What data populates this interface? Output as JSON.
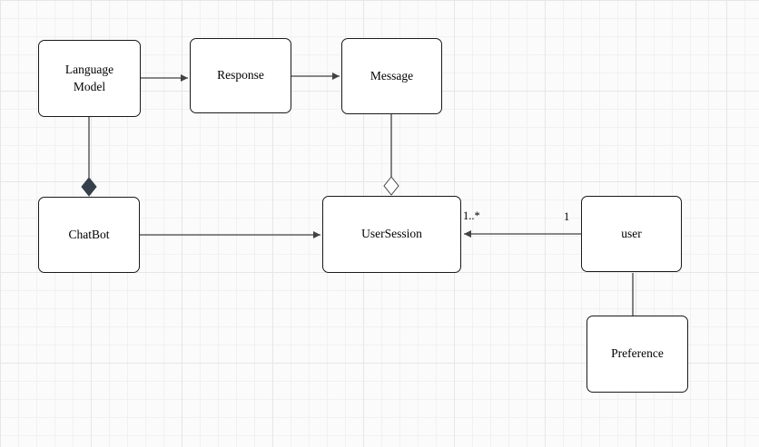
{
  "canvas": {
    "background": "#fbfbfb",
    "grid_minor_color": "#f1f1f1",
    "grid_major_color": "#e6e6e6"
  },
  "colors": {
    "node_fill": "#ffffff",
    "node_border": "#1a1a1a",
    "edge": "#424242",
    "composition_diamond_fill": "#36404a",
    "aggregation_diamond_fill": "#ffffff"
  },
  "diagram": {
    "nodes": [
      {
        "id": "language-model",
        "label": "Language Model"
      },
      {
        "id": "response",
        "label": "Response"
      },
      {
        "id": "message",
        "label": "Message"
      },
      {
        "id": "chatbot",
        "label": "ChatBot"
      },
      {
        "id": "user-session",
        "label": "UserSession"
      },
      {
        "id": "user",
        "label": "user"
      },
      {
        "id": "preference",
        "label": "Preference"
      }
    ],
    "edges": [
      {
        "from": "Language Model",
        "to": "Response",
        "type": "arrow"
      },
      {
        "from": "Response",
        "to": "Message",
        "type": "arrow"
      },
      {
        "from": "Language Model",
        "to": "ChatBot",
        "type": "composition"
      },
      {
        "from": "Message",
        "to": "UserSession",
        "type": "aggregation"
      },
      {
        "from": "ChatBot",
        "to": "UserSession",
        "type": "arrow"
      },
      {
        "from": "user",
        "to": "UserSession",
        "type": "arrow",
        "source_label": "1",
        "target_label": "1..*"
      },
      {
        "from": "user",
        "to": "Preference",
        "type": "line"
      }
    ],
    "labels": {
      "usersession_multiplicity": "1..*",
      "user_multiplicity": "1"
    }
  }
}
